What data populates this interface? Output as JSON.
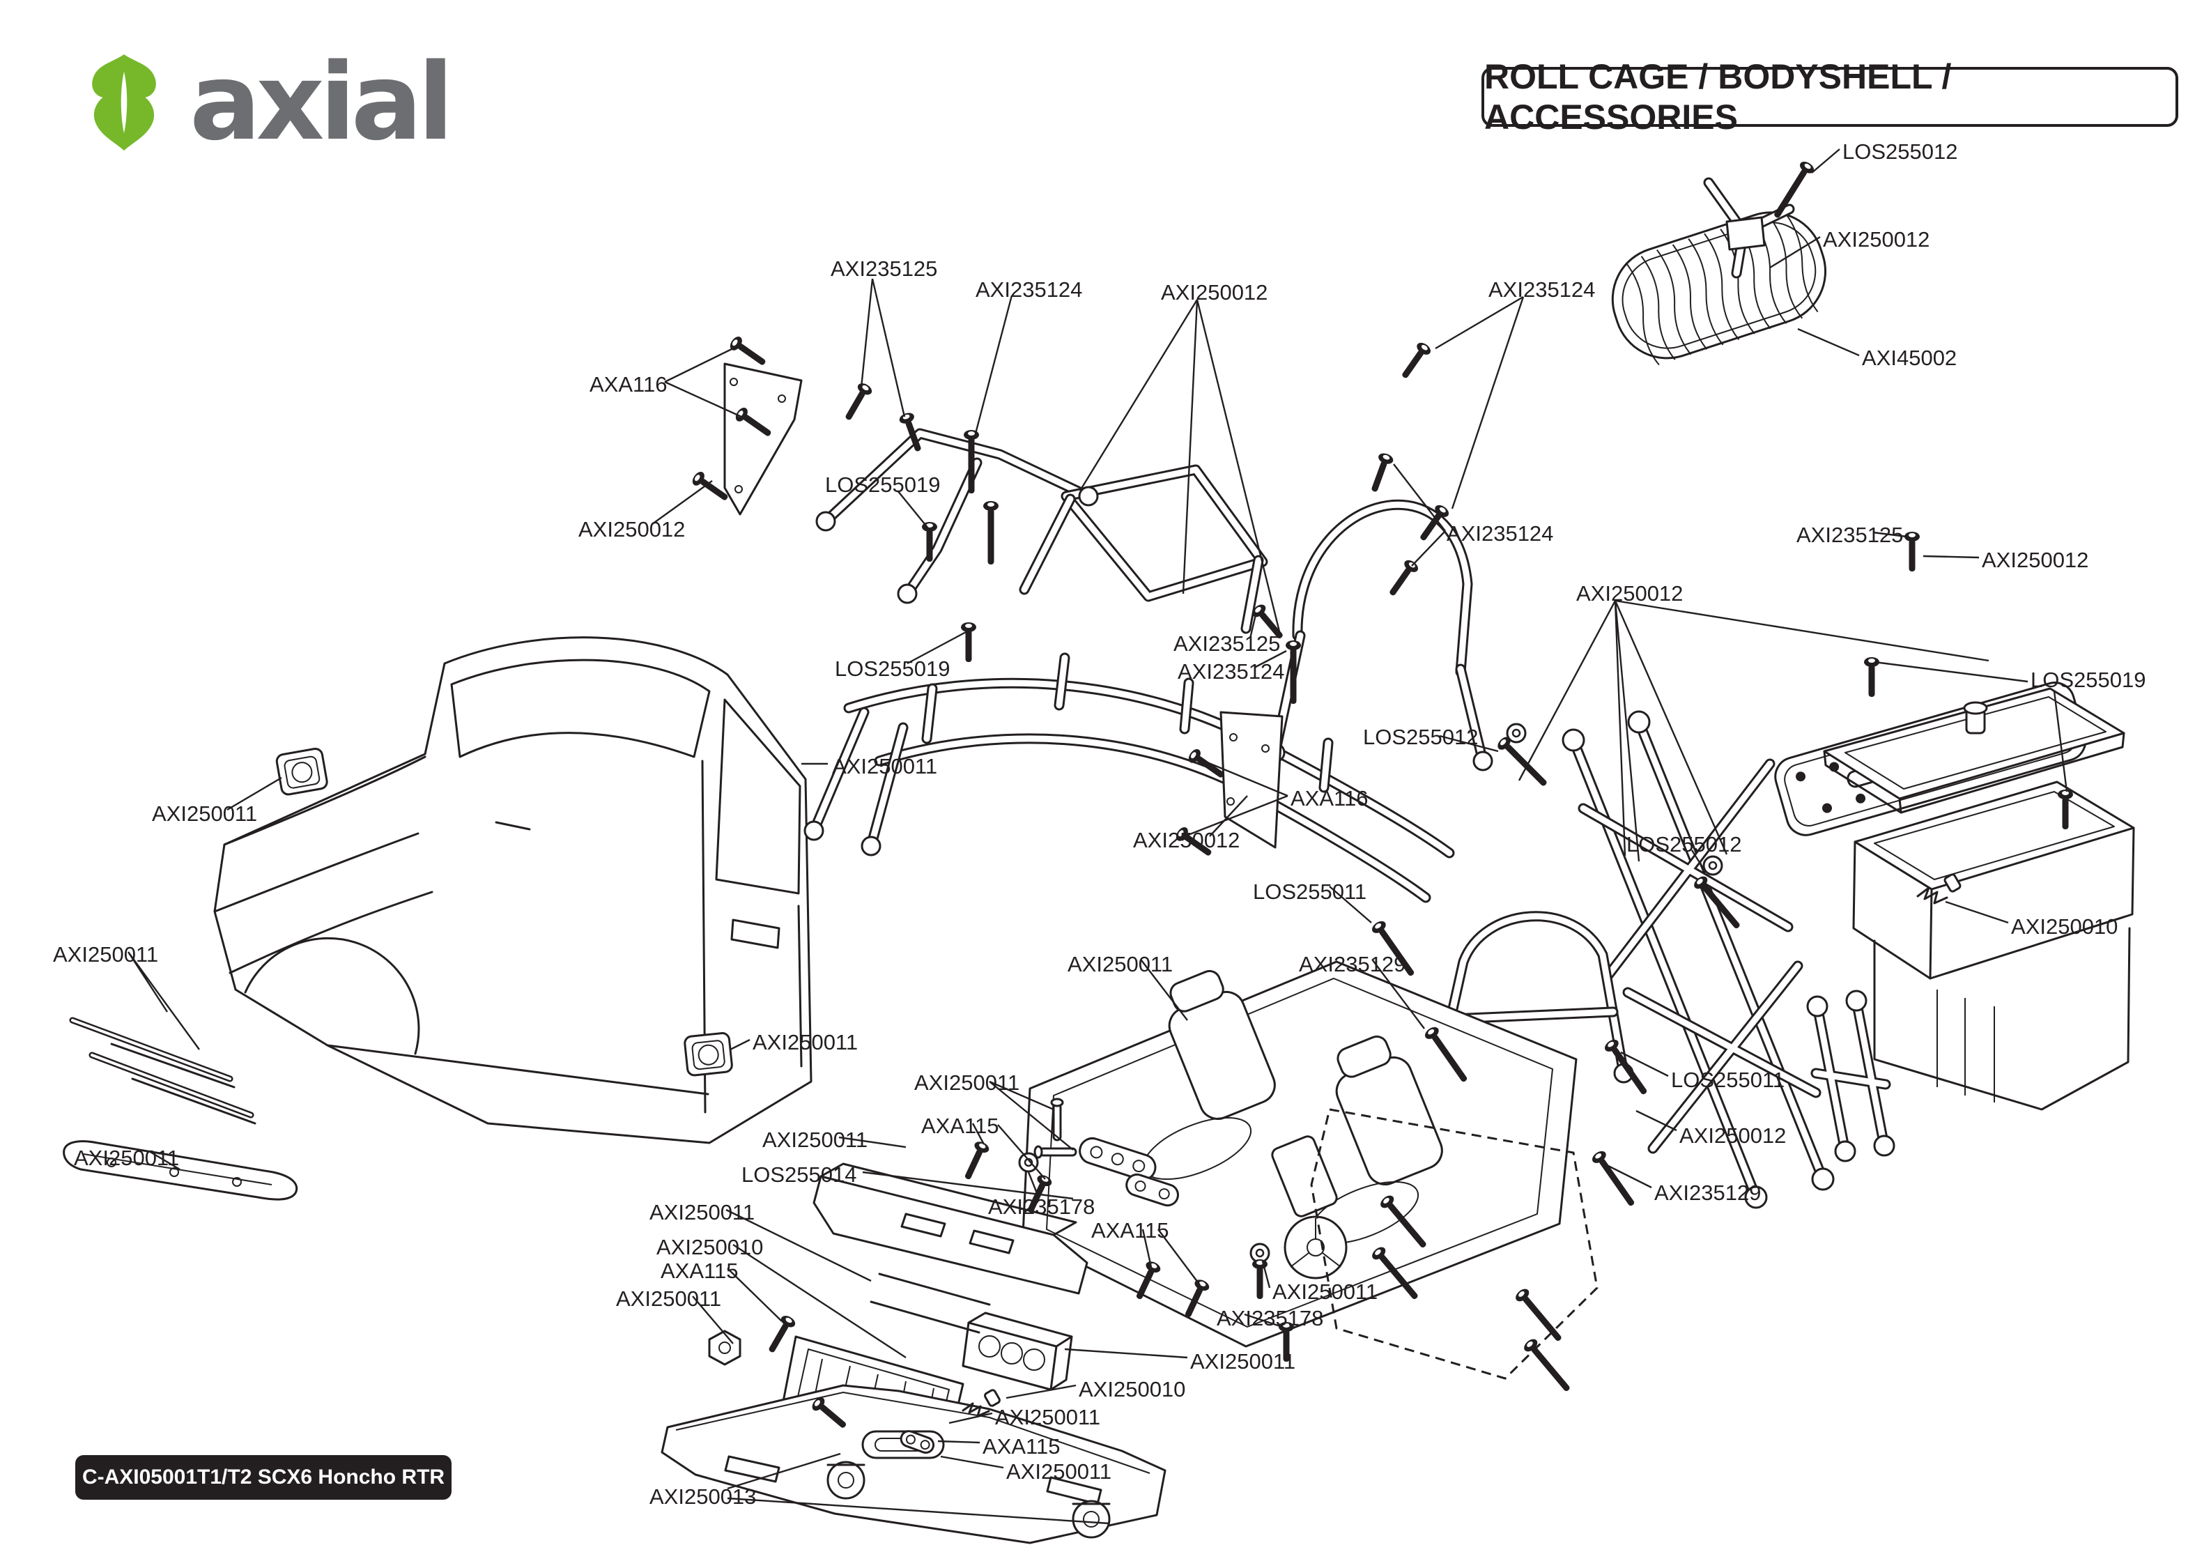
{
  "header": {
    "brand_wordmark": "axial",
    "title": "ROLL CAGE / BODYSHELL / ACCESSORIES"
  },
  "footer": {
    "model_code": "C-AXI05001T1/T2 SCX6 Honcho RTR"
  },
  "diagram": {
    "part_labels": [
      "AXI235125",
      "AXI235124",
      "AXI250012",
      "AXI235124",
      "LOS255012",
      "AXI250012",
      "AXI45002",
      "AXA116",
      "AXI250012",
      "LOS255019",
      "LOS255019",
      "AXI235124",
      "AXI235125",
      "AXI235124",
      "AXI250012",
      "AXI235125",
      "AXI250012",
      "LOS255019",
      "LOS255012",
      "AXA116",
      "AXI250012",
      "LOS255011",
      "LOS255012",
      "AXI250010",
      "AXI250011",
      "AXI250011",
      "AXI250011",
      "AXI250011",
      "AXI250011",
      "AXI250011",
      "AXI235129",
      "LOS255011",
      "AXI250012",
      "AXI235129",
      "AXI250011",
      "AXA115",
      "AXI250011",
      "LOS255014",
      "AXI250011",
      "AXI250010",
      "AXA115",
      "AXI250011",
      "AXI235178",
      "AXA115",
      "AXI250011",
      "AXI235178",
      "AXI250011",
      "AXI250010",
      "AXI250011",
      "AXA115",
      "AXI250011",
      "AXI250013"
    ]
  }
}
